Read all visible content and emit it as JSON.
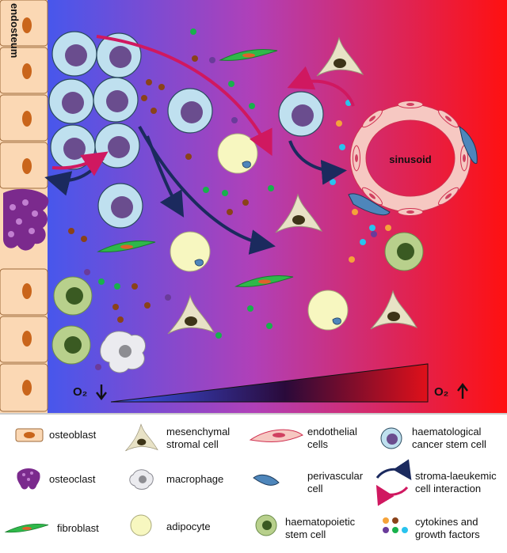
{
  "diagram": {
    "endosteum_label": "endosteum",
    "sinusoid_label": "sinusoid",
    "o2_low_label": "O₂",
    "o2_high_label": "O₂",
    "colors": {
      "left_gradient": "#3b57f5",
      "mid_gradient": "#b13fb4",
      "right_gradient": "#ff1a1a",
      "osteoblast_fill": "#fbd8b4",
      "osteoblast_nucleus": "#c9651b",
      "osteoclast": "#7b2a8d",
      "cancer_cell": "#bfe0ef",
      "cancer_nucleus": "#6a4d8e",
      "hsc_fill": "#b8d08c",
      "hsc_nucleus": "#3a5a22",
      "adipocyte": "#f7f7c0",
      "fibroblast": "#2fb84a",
      "stromal": "#e8e2c6",
      "endothelial": "#f6c8c2",
      "perivascular": "#4e86bb",
      "arrow_navy": "#1b2a5e",
      "arrow_pink": "#d01860",
      "dot_green": "#18b14c",
      "dot_brown": "#8a4219",
      "dot_purple": "#6a3b9a",
      "dot_orange": "#f5a33a",
      "dot_cyan": "#29c3ee"
    }
  },
  "legend": {
    "items": [
      {
        "icon": "osteoblast-icon",
        "label": "osteoblast"
      },
      {
        "icon": "mesenchymal-stromal-cell-icon",
        "label": "mesenchymal stromal cell"
      },
      {
        "icon": "endothelial-cell-icon",
        "label": "endothelial cells"
      },
      {
        "icon": "cancer-stem-cell-icon",
        "label": "haematological cancer stem cell"
      },
      {
        "icon": "osteoclast-icon",
        "label": "osteoclast"
      },
      {
        "icon": "macrophage-icon",
        "label": "macrophage"
      },
      {
        "icon": "perivascular-cell-icon",
        "label": "perivascular cell"
      },
      {
        "icon": "interaction-arrows-icon",
        "label": "stroma-laeukemic cell interaction"
      },
      {
        "icon": "fibroblast-icon",
        "label": "fibroblast"
      },
      {
        "icon": "adipocyte-icon",
        "label": "adipocyte"
      },
      {
        "icon": "hsc-icon",
        "label": "haematopoietic stem cell"
      },
      {
        "icon": "cytokines-icon",
        "label": "cytokines and growth factors"
      }
    ]
  }
}
